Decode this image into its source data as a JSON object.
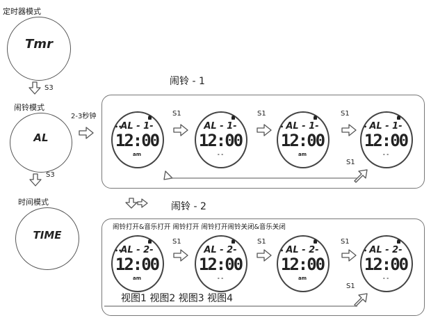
{
  "left": {
    "timer_mode_label": "定时器模式",
    "timer_display": "Tmr",
    "s3_a": "S3",
    "alarm_mode_label": "闹铃模式",
    "alarm_display": "AL",
    "s3_b": "S3",
    "time_mode_label": "时间模式",
    "time_display": "TIME"
  },
  "hold_label": "2-3秒钟",
  "alarm1": {
    "title": "闹铃 - 1",
    "s1_labels": [
      "S1",
      "S1",
      "S1",
      "S1"
    ],
    "watches": [
      {
        "top": "AL - 1-",
        "time": "12:00",
        "ampm": "am",
        "ind": "••"
      },
      {
        "top": "AL - 1-",
        "time": "12:00",
        "ampm": "- -",
        "ind": ""
      },
      {
        "top": "AL - 1-",
        "time": "12:00",
        "ampm": "am",
        "ind": "•"
      },
      {
        "top": "AL - 1-",
        "time": "12:00",
        "ampm": "- -",
        "ind": "•"
      }
    ]
  },
  "alarm2": {
    "title": "闹铃 - 2",
    "status_caption": "闹铃打开&音乐打开 闹铃打开 闹铃打开闹铃关闭&音乐关闭",
    "s1_labels": [
      "S1",
      "S1",
      "S1",
      "S1"
    ],
    "watches": [
      {
        "top": "AL - 2-",
        "time": "12:00",
        "ampm": "am",
        "ind": "••"
      },
      {
        "top": "AL - 2-",
        "time": "12:00",
        "ampm": "- -",
        "ind": ""
      },
      {
        "top": "AL - 2-",
        "time": "12:00",
        "ampm": "am",
        "ind": "•"
      },
      {
        "top": "AL - 2-",
        "time": "12:00",
        "ampm": "- -",
        "ind": "•"
      }
    ],
    "views_caption": "视图1 视图2 视图3 视图4"
  }
}
